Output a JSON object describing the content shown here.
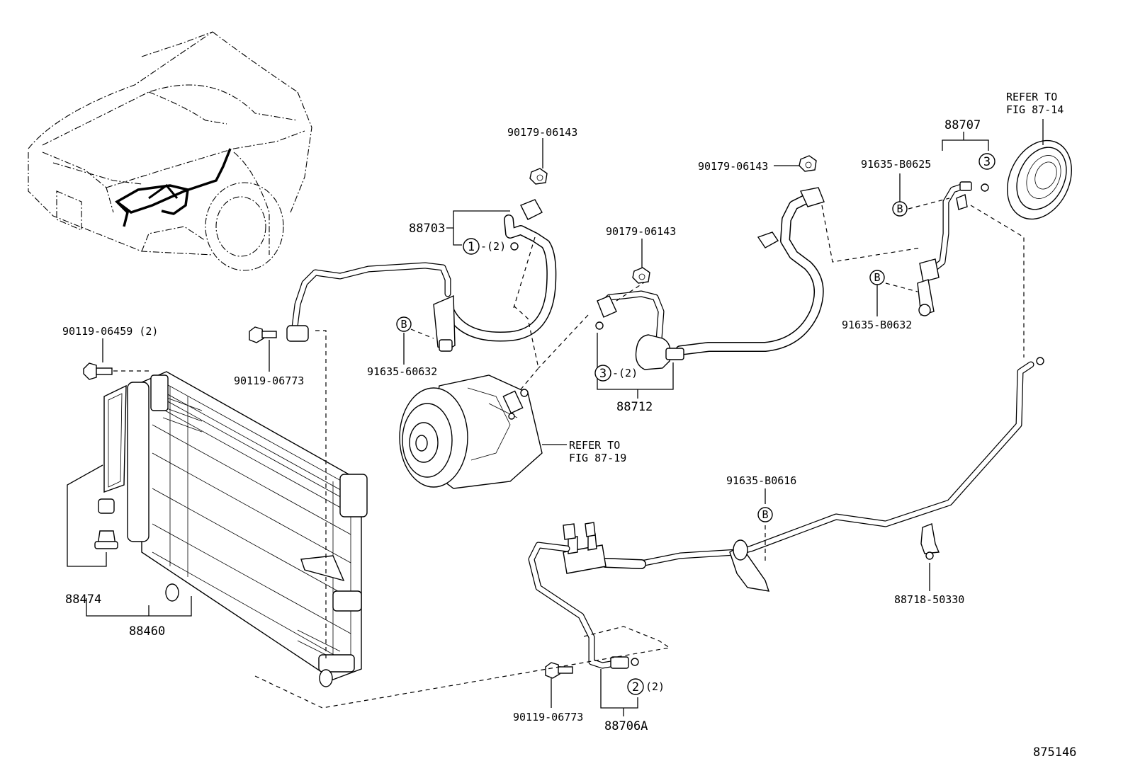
{
  "labels": {
    "bolt_90119_06459": "90119-06459 (2)",
    "bolt_90119_06773_top": "90119-06773",
    "bolt_90119_06773_bottom": "90119-06773",
    "ring_90179_06143_a": "90179-06143",
    "ring_90179_06143_b": "90179-06143",
    "ring_90179_06143_c": "90179-06143",
    "hose_88703": "88703",
    "hose_88712": "88712",
    "pipe_88707": "88707",
    "pipe_88706a": "88706A",
    "condenser_88460": "88460",
    "kit_88474": "88474",
    "clamp_88718_50330": "88718-50330",
    "clamp_91635_60632": "91635-60632",
    "clamp_91635_b0625": "91635-B0625",
    "clamp_91635_b0632": "91635-B0632",
    "clamp_91635_b0616": "91635-B0616",
    "refer_compressor_1": "REFER TO",
    "refer_compressor_2": "FIG 87-19",
    "refer_pulley_1": "REFER TO",
    "refer_pulley_2": "FIG 87-14",
    "qty_2": "-(2)",
    "qty_2_paren": "(2)",
    "marker_1": "1",
    "marker_2": "2",
    "marker_3": "3",
    "marker_b": "B",
    "illustration_number": "875146"
  }
}
